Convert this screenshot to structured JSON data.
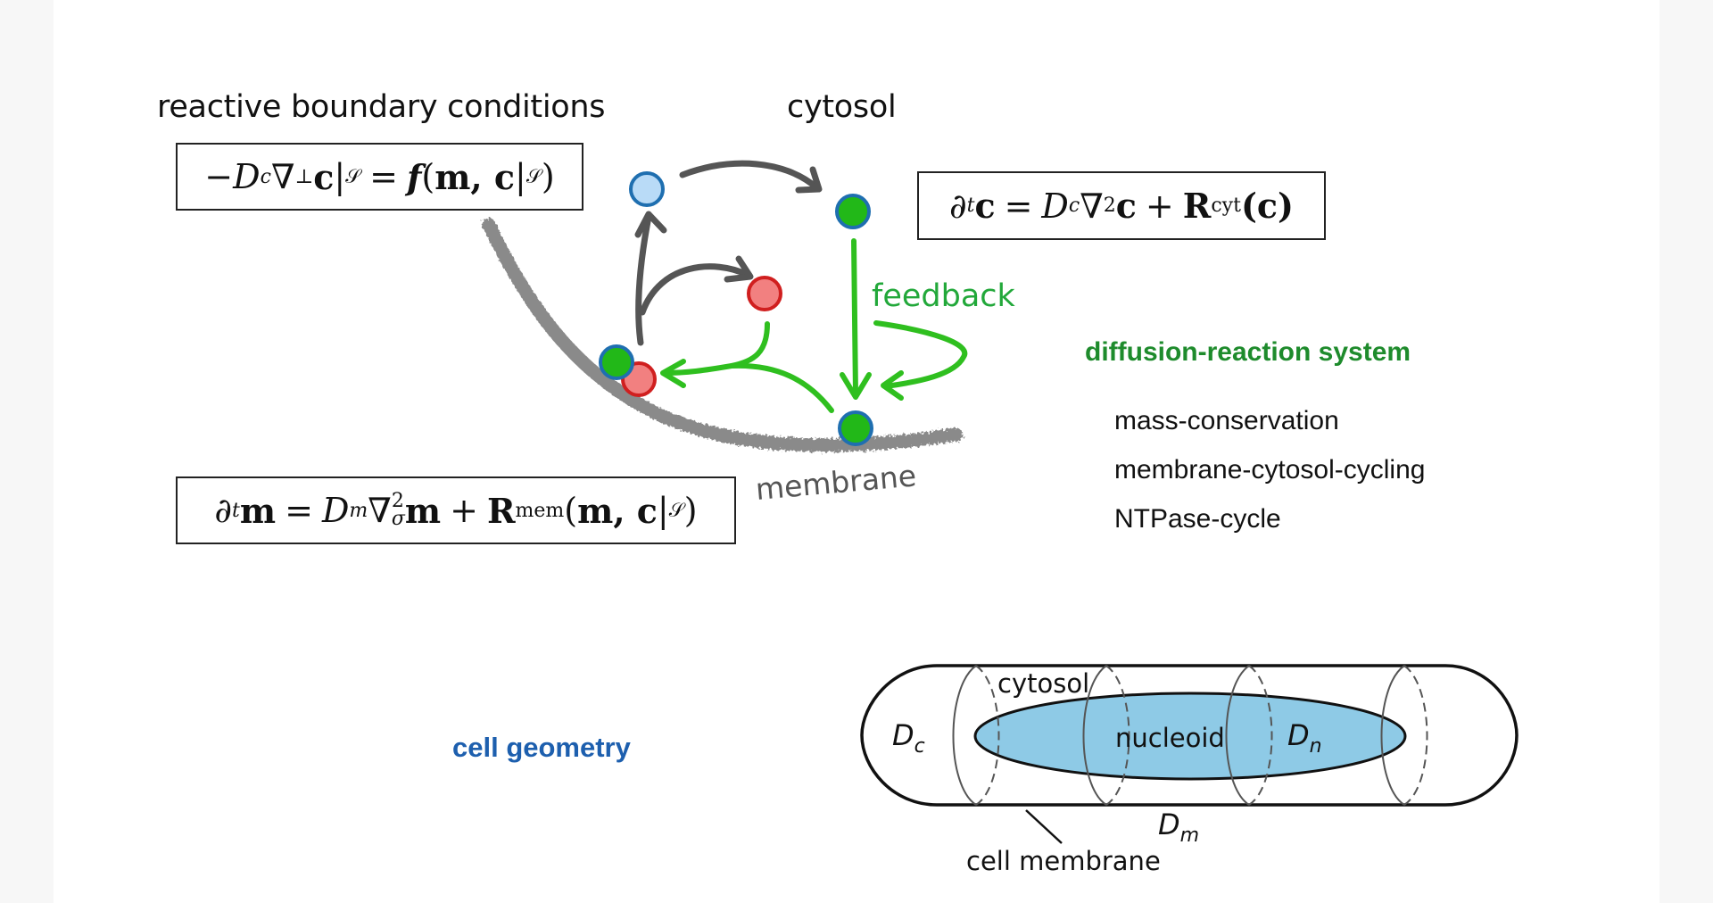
{
  "top_section": {
    "bc_title": "reactive boundary conditions",
    "bc_equation": {
      "lhs_prefix": "−",
      "D": "D",
      "D_sub": "c",
      "nabla": "∇",
      "perp": "⊥",
      "c": "c",
      "bar": "|",
      "S": "𝒮",
      "equals": "=",
      "f": "f",
      "args_open": "(",
      "args": "m, c",
      "args_S": "𝒮",
      "args_close": ")"
    },
    "cytosol_title": "cytosol",
    "cytosol_equation": {
      "partial": "∂",
      "t": "t",
      "c": "c",
      "equals": "=",
      "D": "D",
      "D_sub": "c",
      "nabla": "∇",
      "sq": "2",
      "c2": "c",
      "plus": "+",
      "R": "R",
      "R_sub": "cyt",
      "arg": "(c)"
    },
    "membrane_equation": {
      "partial": "∂",
      "t": "t",
      "m": "m",
      "equals": "=",
      "D": "D",
      "D_sub": "m",
      "nabla": "∇",
      "sq": "2",
      "sigma": "σ",
      "m2": "m",
      "plus": "+",
      "R": "R",
      "R_sub": "mem",
      "args_open": "(",
      "args": "m, c",
      "args_S": "𝒮",
      "args_close": ")"
    },
    "diagram": {
      "feedback_label": "feedback",
      "membrane_label": "membrane",
      "colors": {
        "arrow_gray": "#555555",
        "arrow_green": "#2fbf1f",
        "membrane_gray": "#8a8a8a",
        "protein_green": "#22b818",
        "protein_red": "#f28080",
        "protein_lightblue": "#b9dbf7",
        "outline_blue": "#1f6fb0",
        "outline_red": "#d01f1f"
      }
    }
  },
  "system_panel": {
    "heading": "diffusion-reaction system",
    "items": [
      "mass-conservation",
      "membrane-cytosol-cycling",
      "NTPase-cycle"
    ]
  },
  "geometry_section": {
    "heading": "cell geometry",
    "labels": {
      "cytosol": "cytosol",
      "nucleoid": "nucleoid",
      "Dc": "D",
      "Dc_sub": "c",
      "Dn": "D",
      "Dn_sub": "n",
      "Dm": "D",
      "Dm_sub": "m",
      "cell_membrane": "cell membrane"
    },
    "colors": {
      "nucleoid_fill": "#8ecae6",
      "outline": "#111111"
    }
  }
}
